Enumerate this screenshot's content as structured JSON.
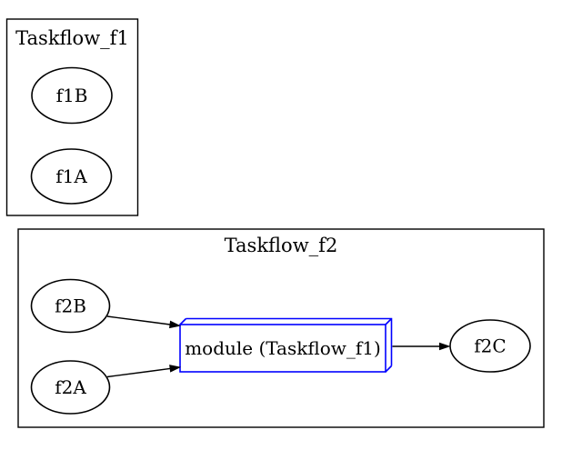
{
  "diagram": {
    "colors": {
      "background": "#ffffff",
      "text": "#000000",
      "cluster_border": "#000000",
      "node_border": "#000000",
      "edge": "#000000",
      "module_border": "#0000ff"
    },
    "clusters": [
      {
        "label": "Taskflow_f1",
        "nodes": [
          {
            "label": "f1B"
          },
          {
            "label": "f1A"
          }
        ]
      },
      {
        "label": "Taskflow_f2",
        "nodes": [
          {
            "label": "f2B"
          },
          {
            "label": "f2A"
          },
          {
            "label": "f2C"
          }
        ],
        "module": {
          "label": "module (Taskflow_f1)"
        }
      }
    ],
    "edges": [
      {
        "from": "f2B",
        "to": "module (Taskflow_f1)"
      },
      {
        "from": "f2A",
        "to": "module (Taskflow_f1)"
      },
      {
        "from": "module (Taskflow_f1)",
        "to": "f2C"
      }
    ]
  }
}
